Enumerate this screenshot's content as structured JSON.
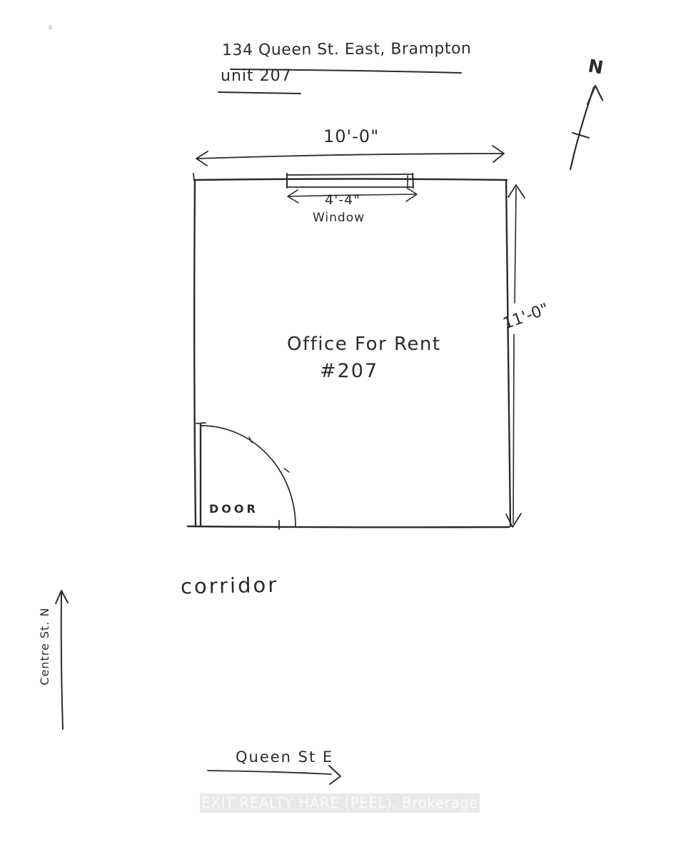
{
  "header": {
    "address_line1": "134 Queen St. East, Brampton",
    "address_line2": "unit 207"
  },
  "floor_plan": {
    "room_name": "Office For Rent",
    "room_number": "#207",
    "door_label": "DOOR",
    "window_label": "Window",
    "width_dimension": "10'-0\"",
    "window_dimension": "4'-4\"",
    "height_dimension": "11'-0\""
  },
  "context": {
    "corridor_label": "corridor",
    "centre_st_label": "Centre St. N",
    "queen_st_label": "Queen St E",
    "north_label": "N"
  },
  "watermark": {
    "text": "EXIT REALTY HARE (PEEL), Brokerage"
  },
  "colors": {
    "ink": "#2b2b2b",
    "paper": "#ffffff",
    "watermark_band": "#e9e9e9",
    "watermark_text": "#fafafa"
  }
}
